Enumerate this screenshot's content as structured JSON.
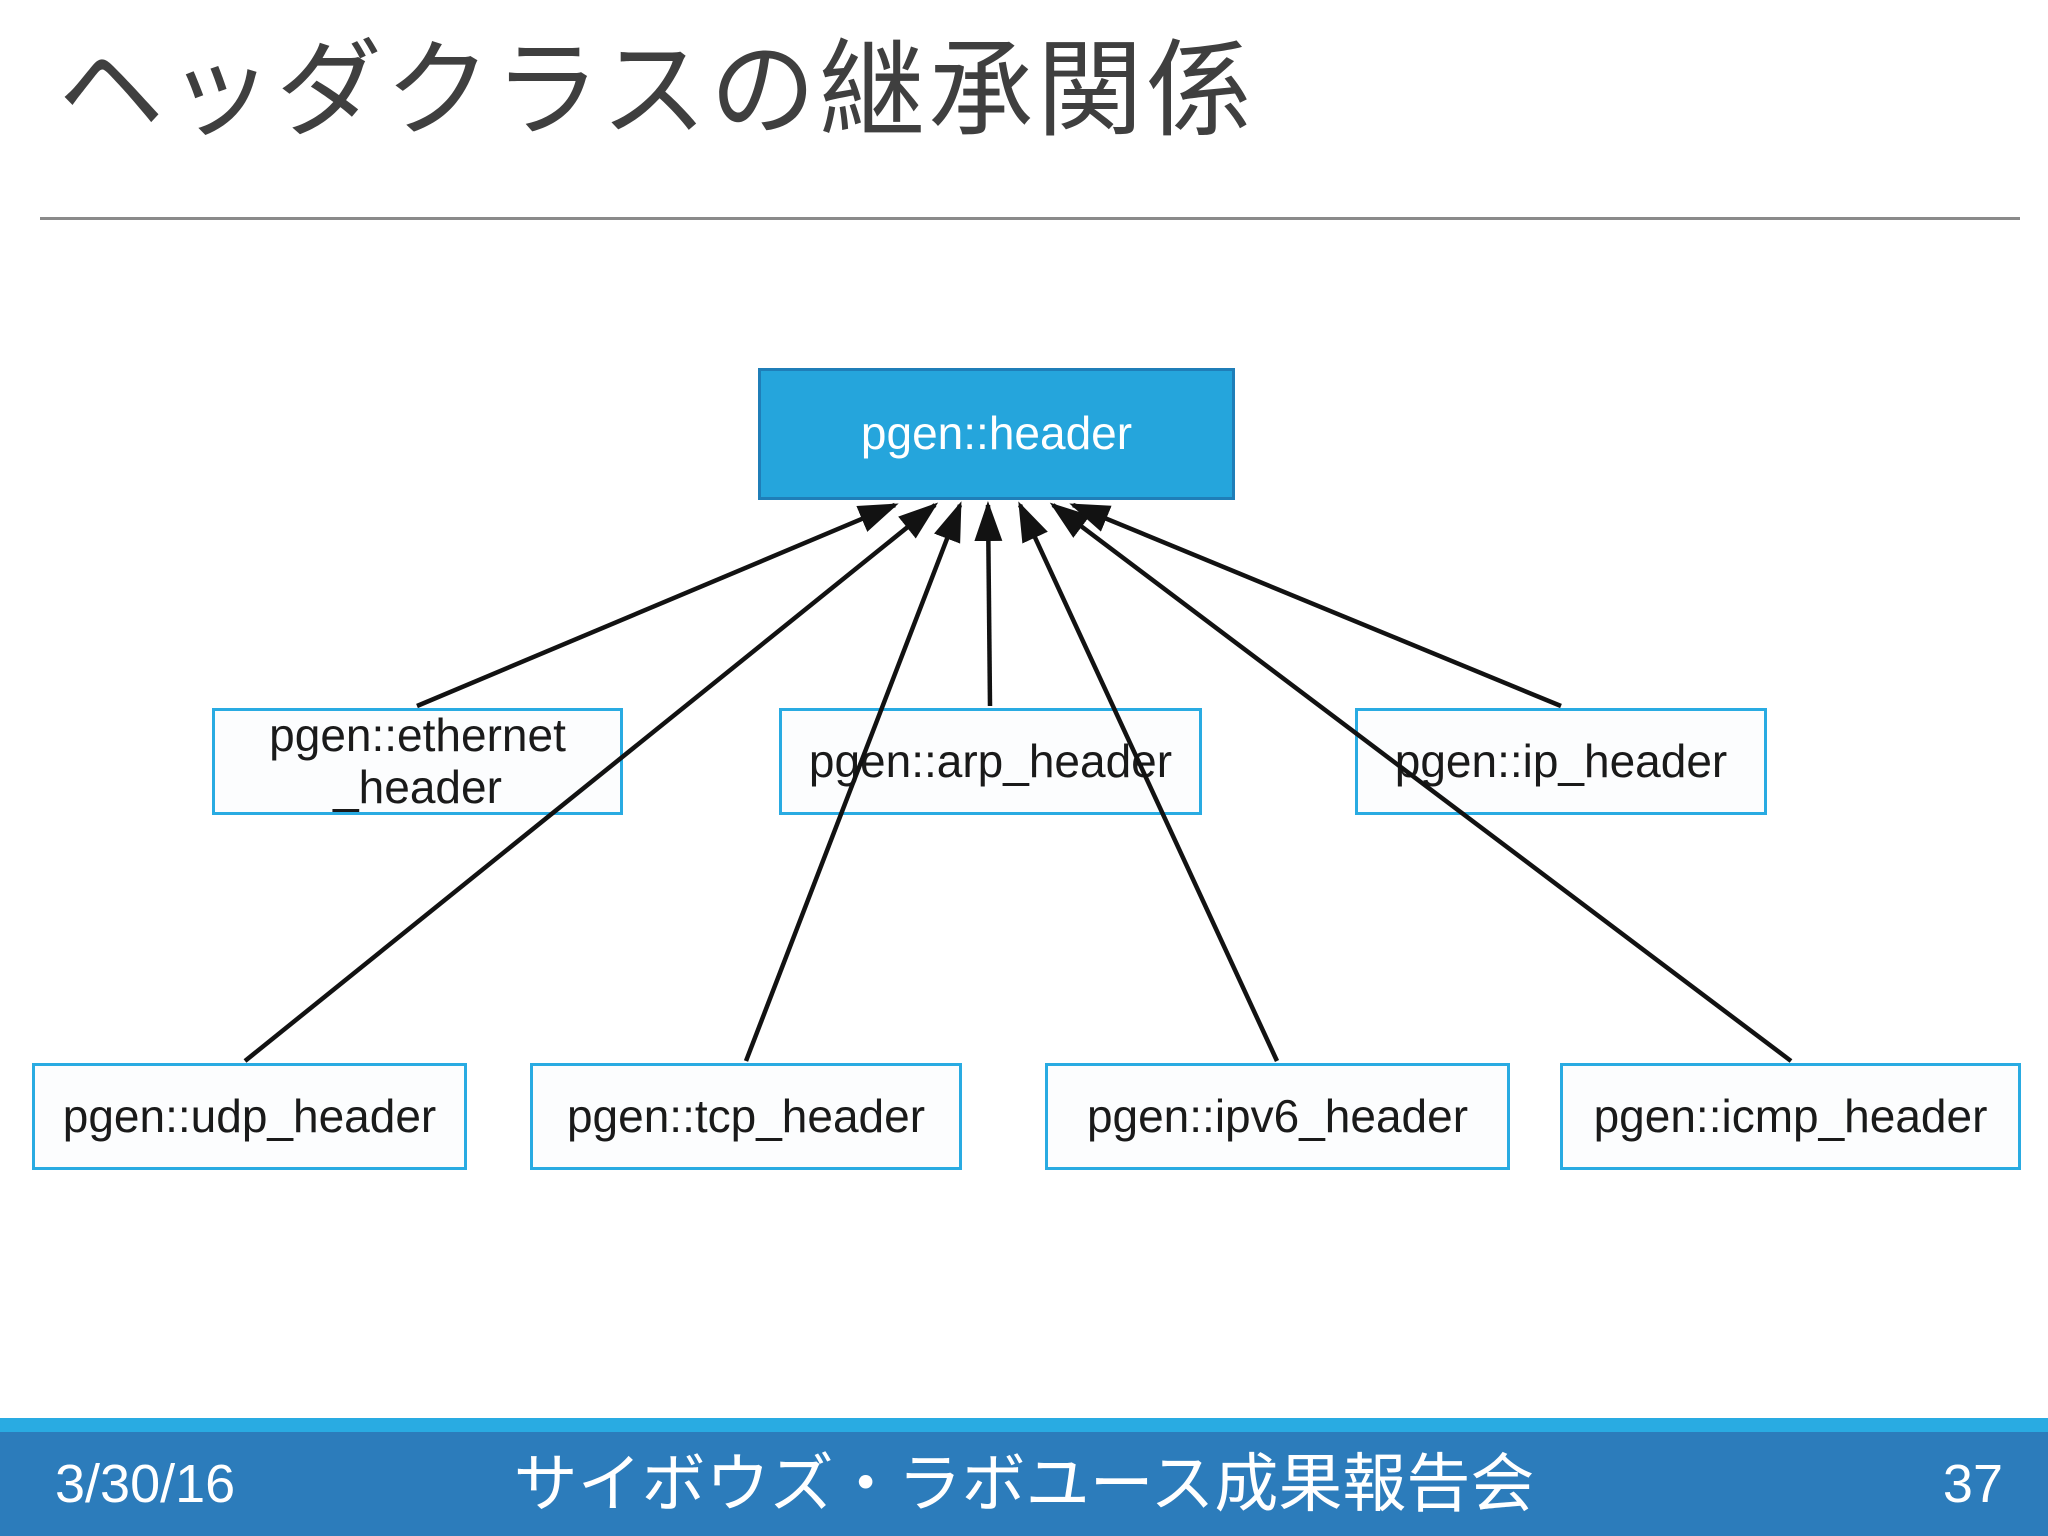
{
  "title": "ヘッダクラスの継承関係",
  "diagram": {
    "nodes": {
      "root": {
        "label": "pgen::header"
      },
      "ethernet": {
        "label": "pgen::ethernet\n_header"
      },
      "arp": {
        "label": "pgen::arp_header"
      },
      "ip": {
        "label": "pgen::ip_header"
      },
      "udp": {
        "label": "pgen::udp_header"
      },
      "tcp": {
        "label": "pgen::tcp_header"
      },
      "ipv6": {
        "label": "pgen::ipv6_header"
      },
      "icmp": {
        "label": "pgen::icmp_header"
      }
    },
    "edges": [
      {
        "from": "pgen::ethernet_header",
        "to": "pgen::header"
      },
      {
        "from": "pgen::arp_header",
        "to": "pgen::header"
      },
      {
        "from": "pgen::ip_header",
        "to": "pgen::header"
      },
      {
        "from": "pgen::udp_header",
        "to": "pgen::header"
      },
      {
        "from": "pgen::tcp_header",
        "to": "pgen::header"
      },
      {
        "from": "pgen::ipv6_header",
        "to": "pgen::header"
      },
      {
        "from": "pgen::icmp_header",
        "to": "pgen::header"
      }
    ]
  },
  "footer": {
    "date": "3/30/16",
    "event_name": "サイボウズ・ラボユース成果報告会",
    "page_number": "37"
  },
  "colors": {
    "title_text": "#3f3f3f",
    "root_node_fill": "#25a5dc",
    "root_node_border": "#1f7eb8",
    "child_node_border": "#29abe2",
    "arrow": "#121212",
    "footer_band": "#2c7cbb",
    "footer_stripe": "#29abe2"
  }
}
